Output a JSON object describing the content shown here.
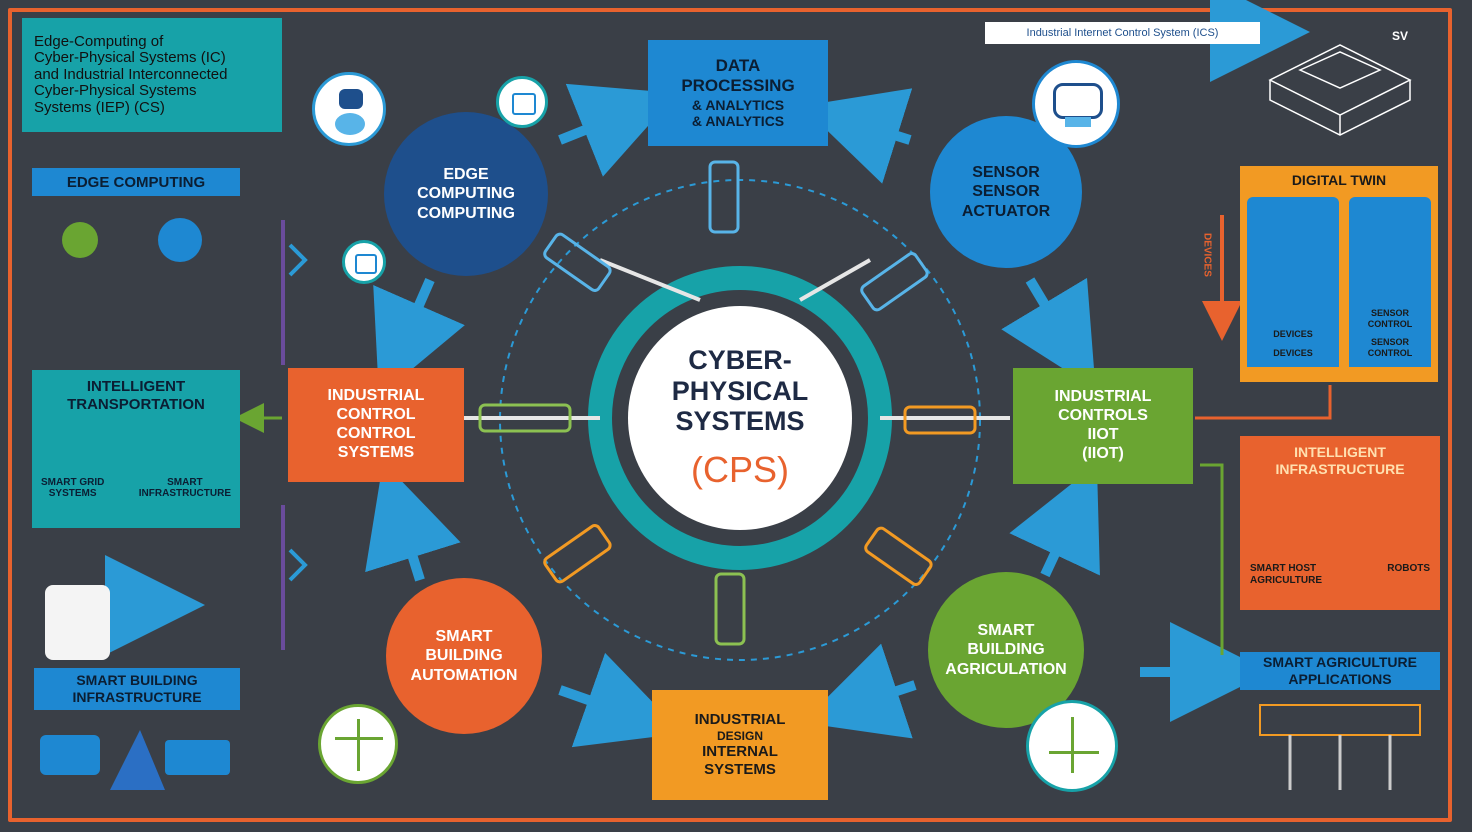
{
  "title_block": {
    "lines": [
      "Edge-Computing of",
      "Cyber-Physical Systems (IC)",
      "and Industrial Interconnected",
      "Cyber-Physical Systems",
      "Systems (IEP) (CS)"
    ]
  },
  "top_banner": "Industrial Internet Control System (ICS)",
  "top_right_tag": "SV",
  "center": {
    "line1": "CYBER-",
    "line2": "PHYSICAL",
    "line3": "SYSTEMS",
    "line4": "(CPS)"
  },
  "nodes": {
    "data_processing": {
      "line1": "DATA",
      "line2": "PROCESSING",
      "line3": "& ANALYTICS",
      "line4": "& ANALYTICS"
    },
    "edge_computing_circle": {
      "line1": "EDGE",
      "line2": "COMPUTING",
      "line3": "COMPUTING"
    },
    "sensor_actuator": {
      "line1": "SENSOR",
      "line2": "SENSOR",
      "line3": "ACTUATOR"
    },
    "industrial_control_systems": {
      "line1": "INDUSTRIAL",
      "line2": "CONTROL",
      "line3": "CONTROL",
      "line4": "SYSTEMS"
    },
    "industrial_controls_iiot": {
      "line1": "INDUSTRIAL",
      "line2": "CONTROLS",
      "line3": "IIOT",
      "line4": "(IIOT)"
    },
    "smart_building_automation": {
      "line1": "SMART",
      "line2": "BUILDING",
      "line3": "AUTOMATION"
    },
    "smart_building_agriculture": {
      "line1": "SMART",
      "line2": "BUILDING",
      "line3": "AGRICULATION"
    },
    "industrial_internal_systems": {
      "line1": "INDUSTRIAL",
      "line2": "DESIGN",
      "line3": "INTERNAL",
      "line4": "SYSTEMS"
    }
  },
  "left_panels": {
    "edge_computing_label": "EDGE COMPUTING",
    "intelligent_transportation": {
      "line1": "INTELLIGENT",
      "line2": "TRANSPORTATION",
      "sub1": "SMART GRID",
      "sub1b": "SYSTEMS",
      "sub2": "SMART",
      "sub2b": "INFRASTRUCTURE"
    },
    "smart_building_infra": {
      "line1": "SMART BUILDING",
      "line2": "INFRASTRUCTURE"
    }
  },
  "right_panels": {
    "digital_twin": {
      "title": "DIGITAL TWIN",
      "left_caption": "DEVICES",
      "left_sub": "DEVICES",
      "right_caption": "SENSOR CONTROL",
      "right_sub": "SENSOR CONTROL"
    },
    "intelligent_infrastructure": {
      "line1": "INTELLIGENT",
      "line2": "INFRASTRUCTURE",
      "cap1": "SMART HOST",
      "cap2": "AGRICULTURE",
      "cap3": "ROBOTS"
    },
    "smart_agriculture": {
      "line1": "SMART AGRICULTURE",
      "line2": "APPLICATIONS"
    },
    "side_label": "DEVICES"
  },
  "colors": {
    "orange": "#e8622e",
    "blue": "#1e88d2",
    "navy": "#1e4f8c",
    "teal": "#17a2a8",
    "green": "#6aa532",
    "amber": "#f29a23",
    "light_blue": "#58b4e8",
    "purple": "#6a4c9c"
  }
}
